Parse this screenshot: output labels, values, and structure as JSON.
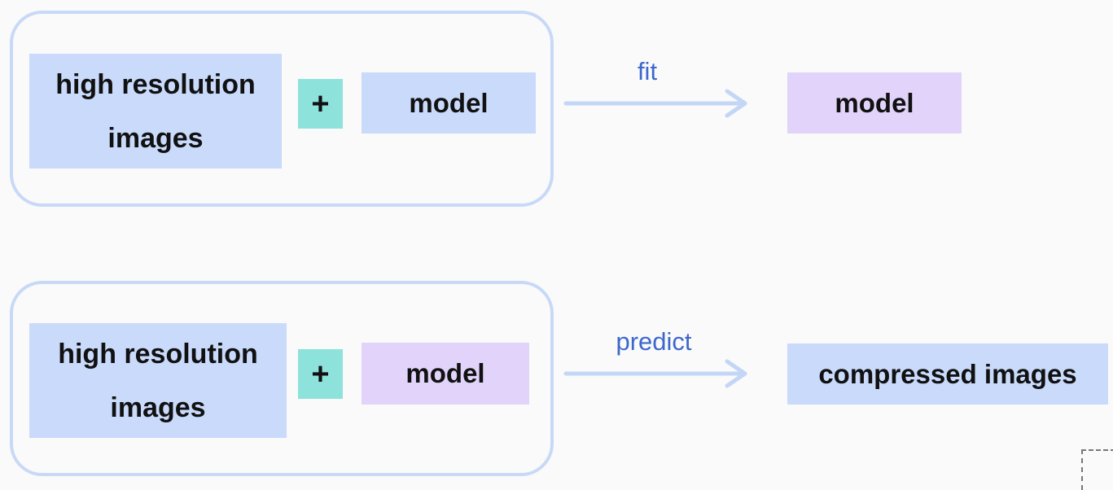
{
  "rows": [
    {
      "input_label": "high resolution images",
      "plus": "+",
      "model_label": "model",
      "arrow_label": "fit",
      "output_label": "model"
    },
    {
      "input_label": "high resolution images",
      "plus": "+",
      "model_label": "model",
      "arrow_label": "predict",
      "output_label": "compressed images"
    }
  ],
  "colors": {
    "blue_box": "#c9dafb",
    "purple_box": "#e1d3f9",
    "plus_box": "#8de3dc",
    "group_border": "#c8d9f7",
    "arrow": "#c4d6f6",
    "arrow_label": "#3d68cc"
  }
}
